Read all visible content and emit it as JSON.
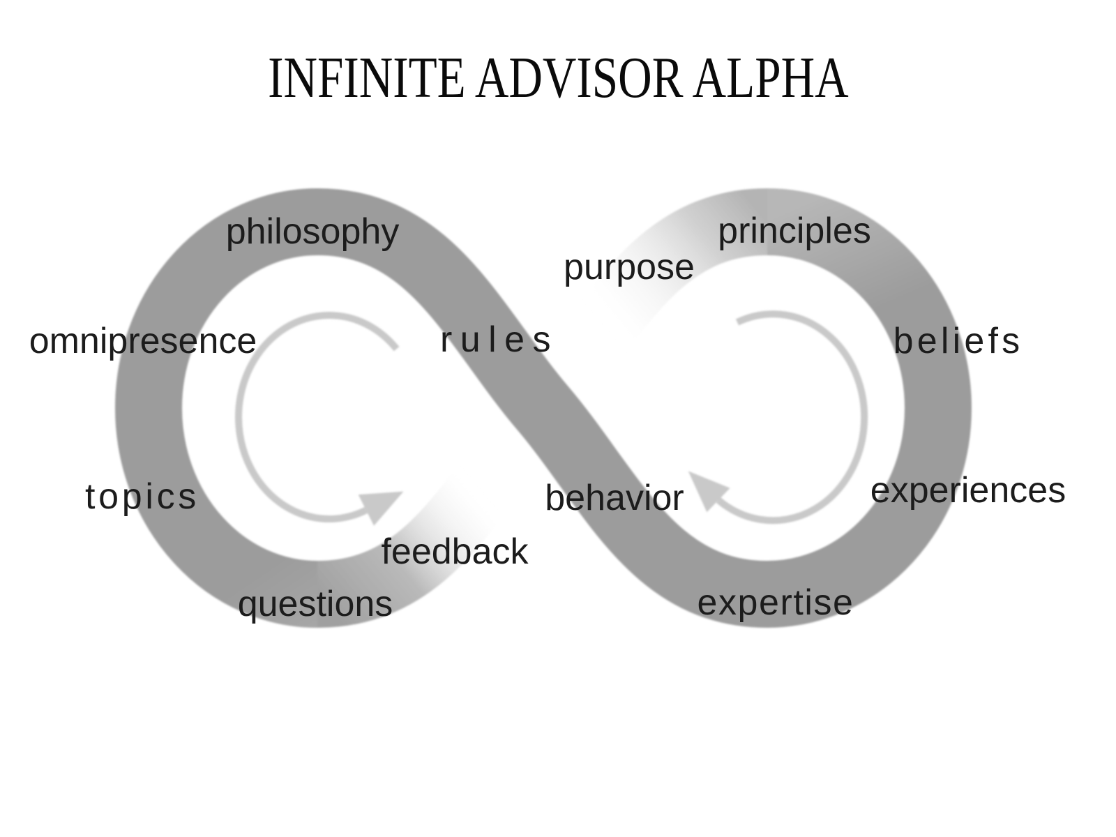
{
  "title": "INFINITE ADVISOR ALPHA",
  "labels": {
    "philosophy": "philosophy",
    "principles": "principles",
    "purpose": "purpose",
    "omnipresence": "omnipresence",
    "rules": "rules",
    "beliefs": "beliefs",
    "topics": "topics",
    "behavior": "behavior",
    "experiences": "experiences",
    "feedback": "feedback",
    "questions": "questions",
    "expertise": "expertise"
  },
  "colors": {
    "ribbon_gray": "#9c9c9c",
    "ribbon_fade_to": "#ffffff",
    "cycle_arrow_gray": "#c9c9c9",
    "label_text": "#1c1c1c",
    "title_text": "#0a0a0a",
    "background": "#ffffff"
  }
}
